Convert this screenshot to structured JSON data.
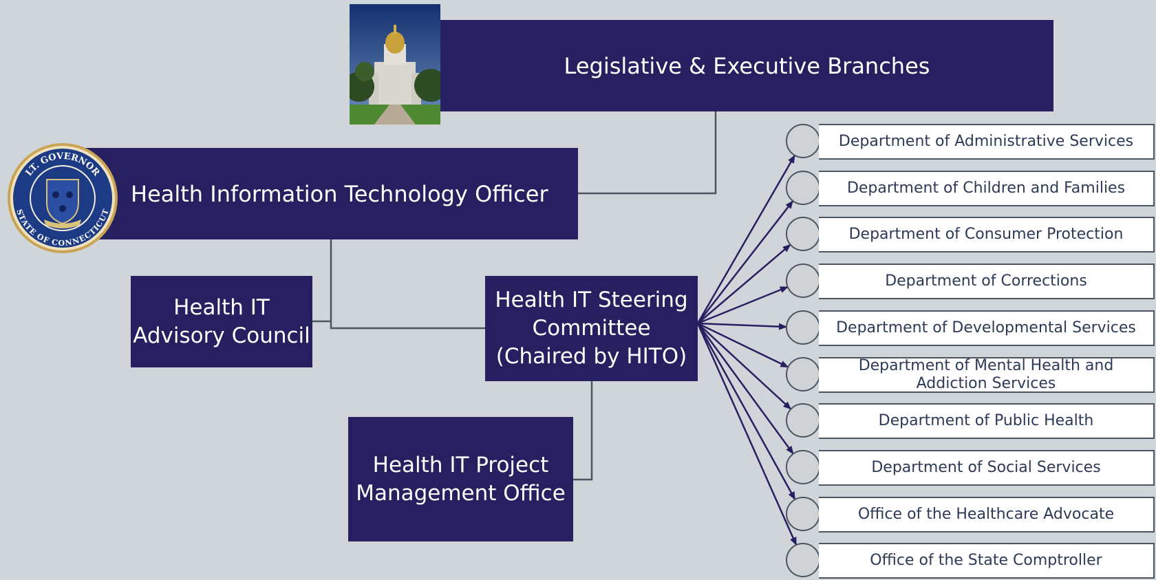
{
  "colors": {
    "background": "#d0d5d9",
    "box_fill": "#261f60",
    "box_text": "#ffffff",
    "dept_text": "#2d3a57",
    "connector": "#4a5561",
    "arrow": "#261f60"
  },
  "boxes": {
    "legislative": "Legislative & Executive Branches",
    "hito": "Health Information Technology Officer",
    "advisory": "Health IT\nAdvisory Council",
    "steering": "Health IT Steering\nCommittee\n(Chaired by HITO)",
    "pmo": "Health IT Project\nManagement Office"
  },
  "seal": {
    "top_text": "LT. GOVERNOR",
    "bottom_text": "STATE OF CONNECTICUT"
  },
  "departments": [
    "Department of Administrative Services",
    "Department of Children and Families",
    "Department of Consumer Protection",
    "Department of Corrections",
    "Department of Developmental Services",
    "Department of Mental Health and Addiction Services",
    "Department of Public Health",
    "Department of Social Services",
    "Office of the Healthcare Advocate",
    "Office of the State Comptroller"
  ]
}
